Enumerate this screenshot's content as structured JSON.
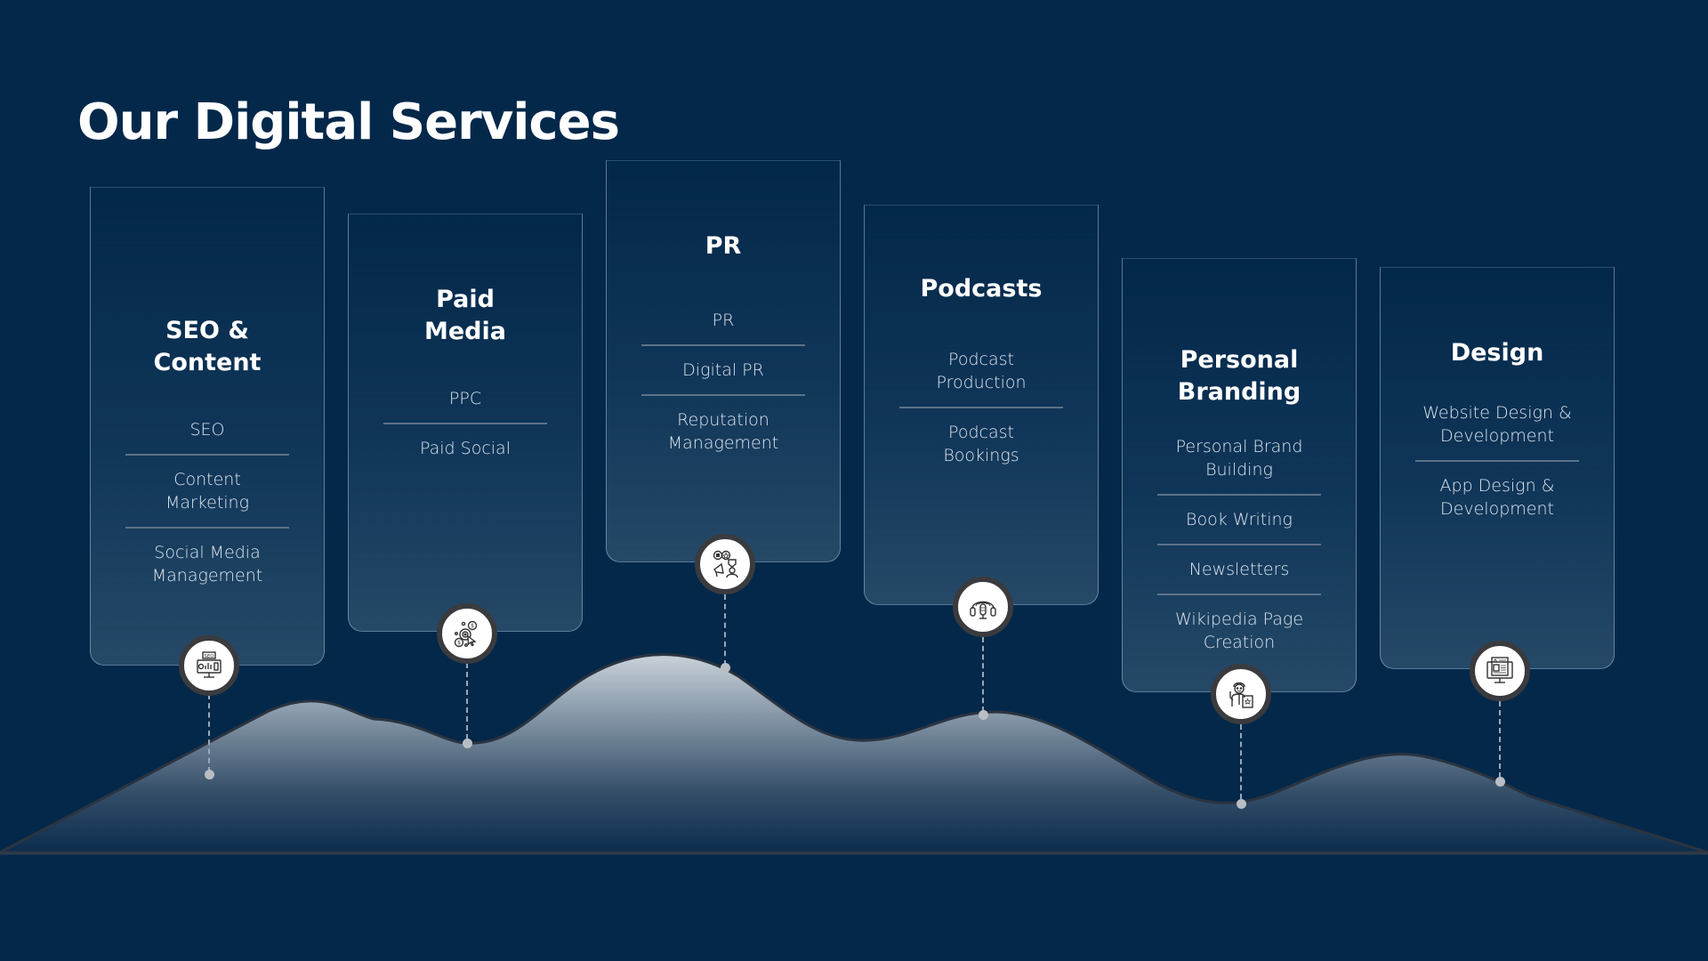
{
  "page": {
    "title": "Our Digital Services"
  },
  "colors": {
    "background": "#03284a",
    "text": "#ffffff",
    "item_text": "#dce6ef",
    "divider": "#5e7288",
    "icon_ring": "#3a3b3f",
    "mountain_top": "#c7d0d8",
    "mountain_bottom": "#0b2c4e"
  },
  "services": [
    {
      "title_lines": [
        "SEO &",
        "Content"
      ],
      "icon": "seo-monitor-icon",
      "items": [
        [
          "SEO"
        ],
        [
          "Content",
          "Marketing"
        ],
        [
          "Social Media",
          "Management"
        ]
      ]
    },
    {
      "title_lines": [
        "Paid",
        "Media"
      ],
      "icon": "paid-media-target-icon",
      "items": [
        [
          "PPC"
        ],
        [
          "Paid Social"
        ]
      ]
    },
    {
      "title_lines": [
        "PR"
      ],
      "icon": "pr-megaphone-icon",
      "items": [
        [
          "PR"
        ],
        [
          "Digital PR"
        ],
        [
          "Reputation",
          "Management"
        ]
      ]
    },
    {
      "title_lines": [
        "Podcasts"
      ],
      "icon": "podcast-microphone-icon",
      "items": [
        [
          "Podcast",
          "Production"
        ],
        [
          "Podcast",
          "Bookings"
        ]
      ]
    },
    {
      "title_lines": [
        "Personal",
        "Branding"
      ],
      "icon": "personal-branding-person-icon",
      "items": [
        [
          "Personal Brand",
          "Building"
        ],
        [
          "Book Writing"
        ],
        [
          "Newsletters"
        ],
        [
          "Wikipedia Page",
          "Creation"
        ]
      ]
    },
    {
      "title_lines": [
        "Design"
      ],
      "icon": "web-design-monitor-icon",
      "items": [
        [
          "Website Design &",
          "Development"
        ],
        [
          "App Design &",
          "Development"
        ]
      ]
    }
  ]
}
